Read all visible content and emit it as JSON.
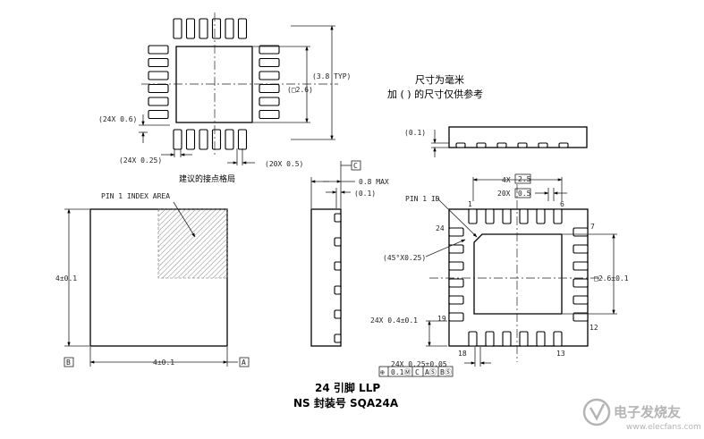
{
  "notes": {
    "units_line1": "尺寸为毫米",
    "units_line2": "加 ( ) 的尺寸仅供参考",
    "land_pattern": "建议的接点格局"
  },
  "land": {
    "typ": "(3.8 TYP)",
    "center": "(□2.6)",
    "pad_len": "(24X 0.6)",
    "pad_w": "(24X 0.25)",
    "pitch": "(20X 0.5)"
  },
  "top_view": {
    "pin1_area": "PIN 1 INDEX AREA",
    "height": "4±0.1",
    "width": "4±0.1",
    "datum_b": "B",
    "datum_a": "A"
  },
  "side_view": {
    "datum_c": "C",
    "max": "0.8 MAX",
    "standoff": "(0.1)"
  },
  "bottom_view": {
    "standoff": "(0.1)",
    "span": "4X",
    "span_box": "2.5",
    "pitch": "20X",
    "pitch_box": "0.5",
    "pin1": "PIN 1 ID",
    "chamfer": "(45°X0.25)",
    "epad": "□2.6±0.1",
    "pad_len": "24X 0.4±0.1",
    "pad_w": "24X 0.25±0.05",
    "fcf_sym": "⊕",
    "fcf_tol": "0.1Ⓜ",
    "fcf_c": "C",
    "fcf_a": "AⓈ",
    "fcf_b": "BⓈ",
    "pins": {
      "p1": "1",
      "p6": "6",
      "p7": "7",
      "p12": "12",
      "p13": "13",
      "p18": "18",
      "p19": "19",
      "p24": "24"
    }
  },
  "title": {
    "line1": "24 引脚 LLP",
    "line2": "NS 封装号 SQA24A"
  },
  "watermark": {
    "brand": "电子发烧友",
    "url": "www.elecfans.com"
  }
}
